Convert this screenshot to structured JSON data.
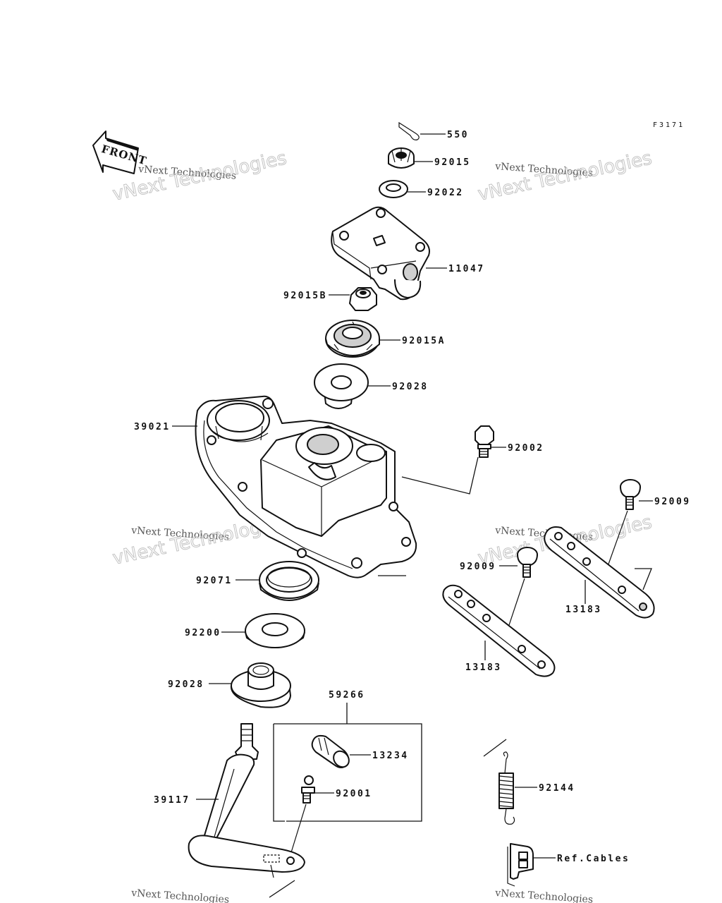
{
  "diagram_code": "F3171",
  "front_label": "FRONT",
  "watermark": {
    "line1": "vNext Technologies",
    "line2": "vNext Technologies"
  },
  "parts": {
    "p550": "550",
    "p92015": "92015",
    "p92022": "92022",
    "p11047": "11047",
    "p92015B": "92015B",
    "p92015A": "92015A",
    "p92028_upper": "92028",
    "p39021": "39021",
    "p92002": "92002",
    "p92009_right": "92009",
    "p92009_left": "92009",
    "p13183_right": "13183",
    "p13183_left": "13183",
    "p92071": "92071",
    "p92200": "92200",
    "p92028_lower": "92028",
    "p59266": "59266",
    "p13234": "13234",
    "p92001": "92001",
    "p39117": "39117",
    "p92144": "92144",
    "ref_cables": "Ref.Cables"
  }
}
